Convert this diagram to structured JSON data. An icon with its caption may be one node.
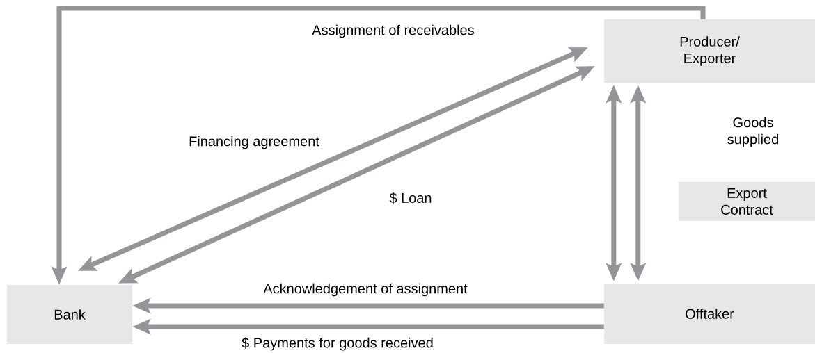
{
  "diagram": {
    "nodes": [
      {
        "text": [
          "Producer/ Exporter"
        ]
      },
      {
        "text": [
          "Export Contract"
        ]
      },
      {
        "text": [
          "Bank"
        ]
      },
      {
        "text": [
          "Offtaker"
        ]
      }
    ],
    "edges": [
      {
        "from": 0,
        "to": 2,
        "arrow": "to",
        "label": "Assignment of receivables"
      },
      {
        "from": 0,
        "to": 2,
        "arrow": "both",
        "label": "Financing agreement"
      },
      {
        "from": 0,
        "to": 2,
        "arrow": "both",
        "label": "$ Loan"
      },
      {
        "from": 0,
        "to": 3,
        "arrow": "both"
      },
      {
        "from": 0,
        "to": 3,
        "arrow": "both"
      },
      {
        "from": 3,
        "to": 2,
        "arrow": "to",
        "label": "Acknowledgement of assignment"
      },
      {
        "from": 3,
        "to": 2,
        "arrow": "to",
        "label": "$ Payments for goods received"
      }
    ],
    "labels": [
      "Goods supplied"
    ]
  }
}
